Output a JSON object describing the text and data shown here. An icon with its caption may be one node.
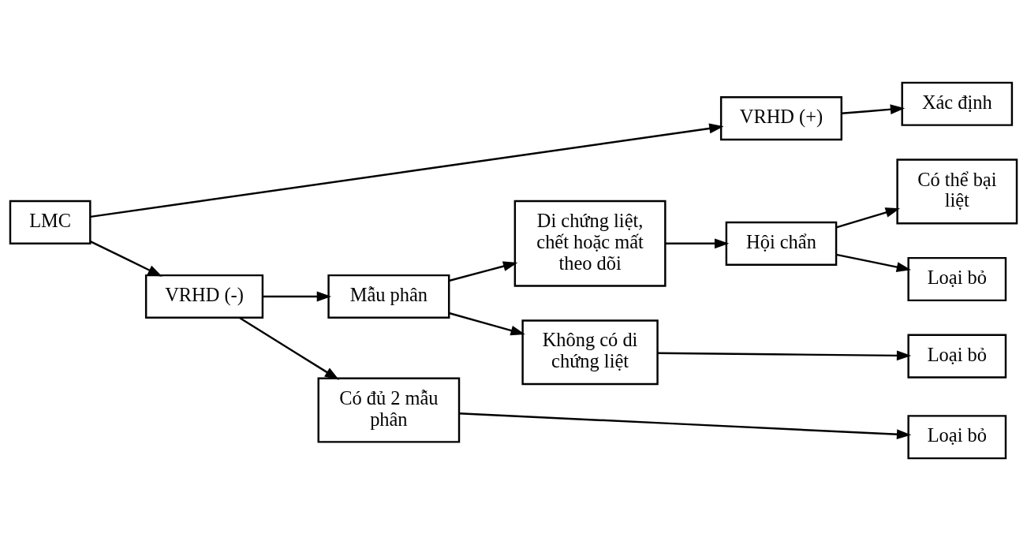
{
  "diagram": {
    "nodes": [
      {
        "text": [
          "LMC"
        ]
      },
      {
        "text": [
          "VRHD (+)"
        ]
      },
      {
        "text": [
          "VRHD (-)"
        ]
      },
      {
        "text": [
          "Mẫu phân"
        ]
      },
      {
        "text": [
          "Có đủ 2 mẫu phân"
        ]
      },
      {
        "text": [
          "Di chứng liệt, chết hoặc mất theo dõi"
        ]
      },
      {
        "text": [
          "Không có di chứng liệt"
        ]
      },
      {
        "text": [
          "Xác định"
        ]
      },
      {
        "text": [
          "Hội chẩn"
        ]
      },
      {
        "text": [
          "Có thể bại liệt"
        ]
      },
      {
        "text": [
          "Loại bỏ"
        ]
      },
      {
        "text": [
          "Loại bỏ"
        ]
      },
      {
        "text": [
          "Loại bỏ"
        ]
      }
    ],
    "edges": [
      {
        "from": 0,
        "to": 1,
        "arrow": "to"
      },
      {
        "from": 0,
        "to": 2,
        "arrow": "to"
      },
      {
        "from": 1,
        "to": 7,
        "arrow": "to"
      },
      {
        "from": 2,
        "to": 3,
        "arrow": "to"
      },
      {
        "from": 2,
        "to": 4,
        "arrow": "to"
      },
      {
        "from": 3,
        "to": 5,
        "arrow": "to"
      },
      {
        "from": 3,
        "to": 6,
        "arrow": "to"
      },
      {
        "from": 5,
        "to": 8,
        "arrow": "to"
      },
      {
        "from": 8,
        "to": 9,
        "arrow": "to"
      },
      {
        "from": 8,
        "to": 12,
        "arrow": "to"
      },
      {
        "from": 6,
        "to": 11,
        "arrow": "to"
      },
      {
        "from": 4,
        "to": 10,
        "arrow": "to"
      }
    ]
  }
}
